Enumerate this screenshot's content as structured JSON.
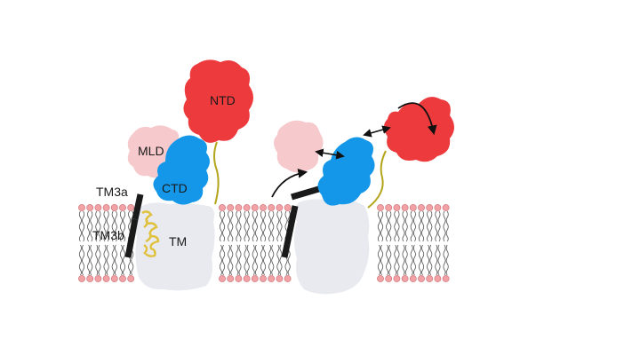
{
  "labels": {
    "ntd": "NTD",
    "mld": "MLD",
    "ctd": "CTD",
    "tm3a": "TM3a",
    "tm3b": "TM3b",
    "tm": "TM"
  },
  "colors": {
    "ntd": "#ec3a3d",
    "mld": "#f6c9cc",
    "ctd": "#1497e8",
    "tm": "#e9eaf0",
    "lipid_head": "#f2a1a5",
    "lipid_head_stroke": "#c96a70",
    "lipid_tail": "#555555",
    "linker": "#b3a51a",
    "helix": "#1a1a1a",
    "cholesterol": "#e0c13c",
    "arrow": "#111111"
  },
  "icons": {
    "domain_motion": "double-headed-arrow-icon",
    "rotation": "curved-arrow-icon"
  }
}
